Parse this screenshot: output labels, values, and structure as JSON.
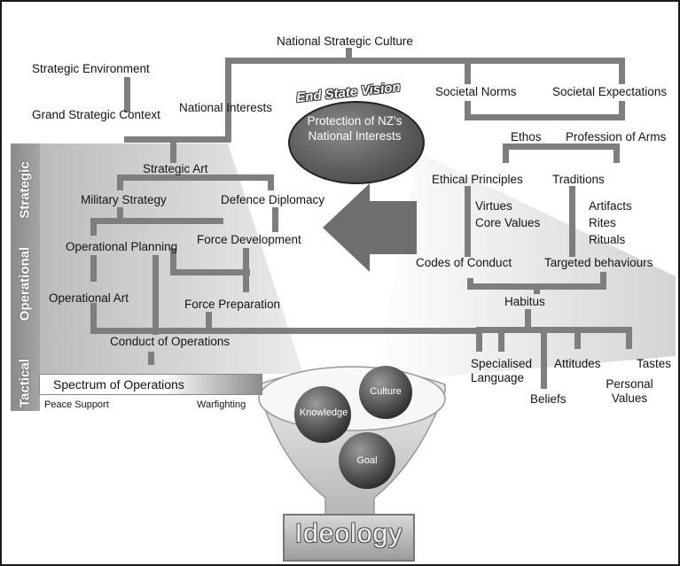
{
  "top": {
    "national_strategic_culture": "National Strategic Culture",
    "strategic_environment": "Strategic Environment",
    "grand_strategic_context": "Grand Strategic Context",
    "national_interests": "National Interests"
  },
  "vision": {
    "title": "End State Vision",
    "text": "Protection of NZ’s National Interests"
  },
  "right": {
    "societal_norms": "Societal Norms",
    "societal_expectations": "Societal Expectations",
    "ethos": "Ethos",
    "profession_of_arms": "Profession of Arms",
    "ethical_principles": "Ethical Principles",
    "traditions": "Traditions",
    "virtues": "Virtues",
    "core_values": "Core Values",
    "artifacts": "Artifacts",
    "rites": "Rites",
    "rituals": "Rituals",
    "codes_of_conduct": "Codes of Conduct",
    "targeted_behaviours": "Targeted behaviours",
    "habitus": "Habitus",
    "specialised_language": "Specialised Language",
    "attitudes": "Attitudes",
    "tastes": "Tastes",
    "beliefs": "Beliefs",
    "personal_values": "Personal Values"
  },
  "levels": {
    "strategic": "Strategic",
    "operational": "Operational",
    "tactical": "Tactical"
  },
  "left": {
    "strategic_art": "Strategic Art",
    "military_strategy": "Military Strategy",
    "defence_diplomacy": "Defence Diplomacy",
    "operational_planning": "Operational Planning",
    "force_development": "Force Development",
    "operational_art": "Operational Art",
    "force_preparation": "Force Preparation",
    "conduct_of_operations": "Conduct of Operations",
    "spectrum_of_operations": "Spectrum of Operations",
    "peace_support": "Peace Support",
    "warfighting": "Warfighting"
  },
  "funnel": {
    "knowledge": "Knowledge",
    "culture": "Culture",
    "goal": "Goal",
    "ideology": "Ideology"
  }
}
